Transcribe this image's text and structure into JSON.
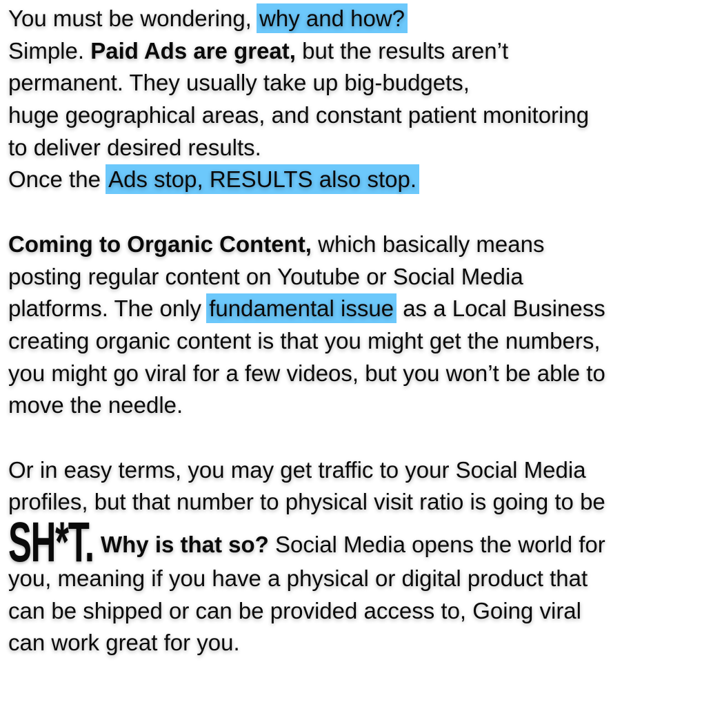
{
  "colors": {
    "highlight": "#6cc8fb",
    "text": "#0a0a0a"
  },
  "paragraphs": [
    {
      "lines": [
        [
          {
            "t": "You must be wondering, "
          },
          {
            "t": "why and how?",
            "s": "hl"
          }
        ],
        [
          {
            "t": "Simple. "
          },
          {
            "t": "Paid Ads are great,",
            "s": "b"
          },
          {
            "t": " but the results aren’t"
          }
        ],
        [
          {
            "t": "permanent. They usually take up big-budgets,"
          }
        ],
        [
          {
            "t": "huge geographical areas, and constant patient monitoring"
          }
        ],
        [
          {
            "t": "to deliver desired results."
          }
        ],
        [
          {
            "t": "Once the "
          },
          {
            "t": "Ads stop, RESULTS also stop.",
            "s": "hl"
          }
        ]
      ]
    },
    {
      "lines": [
        [
          {
            "t": "Coming to Organic Content,",
            "s": "b"
          },
          {
            "t": " which basically means"
          }
        ],
        [
          {
            "t": "posting regular content on Youtube or Social Media"
          }
        ],
        [
          {
            "t": "platforms. The only "
          },
          {
            "t": "fundamental issue",
            "s": "hl"
          },
          {
            "t": " as a Local Business"
          }
        ],
        [
          {
            "t": "creating organic content is that you might get the numbers,"
          }
        ],
        [
          {
            "t": "you might go viral for a few videos, but you won’t be able to"
          }
        ],
        [
          {
            "t": "move the needle."
          }
        ]
      ]
    },
    {
      "lines": [
        [
          {
            "t": "Or in easy terms, you may get traffic to your Social Media"
          }
        ],
        [
          {
            "t": "profiles, but that number to physical visit ratio is going to be"
          }
        ],
        [
          {
            "t": "SH*T.",
            "s": "big"
          },
          {
            "t": "Why is that so?",
            "s": "b"
          },
          {
            "t": " Social Media opens the world for"
          }
        ],
        [
          {
            "t": "you, meaning if you have a physical or digital product that"
          }
        ],
        [
          {
            "t": "can be shipped or can be provided access to, Going viral"
          }
        ],
        [
          {
            "t": "can work great for you."
          }
        ]
      ]
    }
  ]
}
